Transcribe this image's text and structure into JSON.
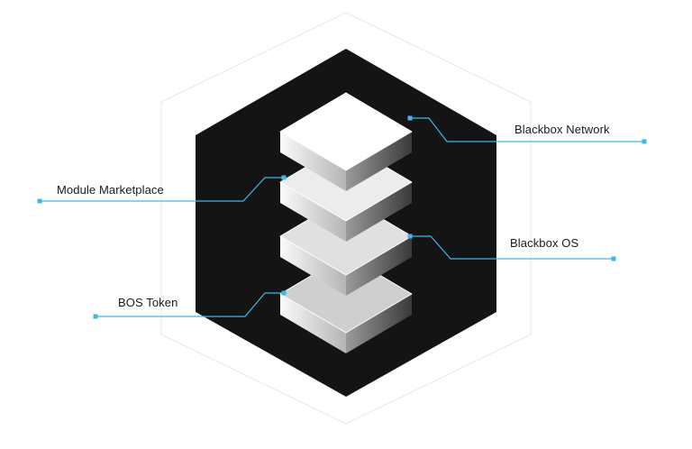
{
  "colors": {
    "hexagon_fill": "#141414",
    "hexagon_outline": "#e6e6e6",
    "connector": "#3fb7e8",
    "label_text": "#1a1a1a"
  },
  "labels": {
    "network": "Blackbox Network",
    "marketplace": "Module Marketplace",
    "os": "Blackbox OS",
    "token": "BOS Token"
  },
  "layers": [
    {
      "name": "top-layer",
      "shade": "#ffffff"
    },
    {
      "name": "second-layer",
      "shade": "#ececec"
    },
    {
      "name": "third-layer",
      "shade": "#e0e0e0"
    },
    {
      "name": "bottom-layer",
      "shade": "#cfcfcf"
    }
  ]
}
